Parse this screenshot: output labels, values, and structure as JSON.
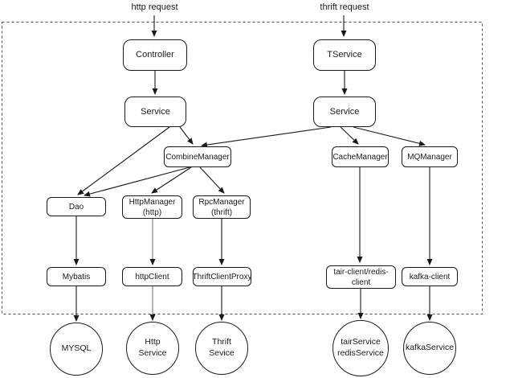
{
  "diagram": {
    "labels": {
      "http_request": "http request",
      "thrift_request": "thrift request"
    },
    "nodes": {
      "controller": "Controller",
      "tservice": "TService",
      "service_left": "Service",
      "service_right": "Service",
      "combine_manager": "CombineManager",
      "cache_manager": "CacheManager",
      "mq_manager": "MQManager",
      "dao": "Dao",
      "http_manager": "HttpManager\n(http)",
      "rpc_manager": "RpcManager\n(thrift)",
      "mybatis": "Mybatis",
      "http_client": "httpClient",
      "thrift_client_proxy": "ThriftClientProxy",
      "tair_redis_client": "tair-client/redis-\nclient",
      "kafka_client": "kafka-client"
    },
    "external": {
      "mysql": "MYSQL",
      "http_service": "Http\nService",
      "thrift_service": "Thrift\nSevice",
      "tair_redis_service": "tairService\nredisService",
      "kafka_service": "kafkaService"
    },
    "edges": [
      {
        "from": "http-request",
        "to": "controller"
      },
      {
        "from": "controller",
        "to": "service-left"
      },
      {
        "from": "service-left",
        "to": "combine-manager"
      },
      {
        "from": "service-left",
        "to": "dao"
      },
      {
        "from": "thrift-request",
        "to": "tservice"
      },
      {
        "from": "tservice",
        "to": "service-right"
      },
      {
        "from": "service-right",
        "to": "combine-manager"
      },
      {
        "from": "service-right",
        "to": "cache-manager"
      },
      {
        "from": "service-right",
        "to": "mq-manager"
      },
      {
        "from": "combine-manager",
        "to": "dao"
      },
      {
        "from": "combine-manager",
        "to": "http-manager"
      },
      {
        "from": "combine-manager",
        "to": "rpc-manager"
      },
      {
        "from": "dao",
        "to": "mybatis"
      },
      {
        "from": "http-manager",
        "to": "http-client"
      },
      {
        "from": "rpc-manager",
        "to": "thrift-client-proxy"
      },
      {
        "from": "cache-manager",
        "to": "tair-redis-client"
      },
      {
        "from": "mq-manager",
        "to": "kafka-client"
      },
      {
        "from": "mybatis",
        "to": "mysql"
      },
      {
        "from": "http-client",
        "to": "http-service"
      },
      {
        "from": "thrift-client-proxy",
        "to": "thrift-service"
      },
      {
        "from": "tair-redis-client",
        "to": "tair-redis-service"
      },
      {
        "from": "kafka-client",
        "to": "kafka-service"
      }
    ],
    "colors": {
      "stroke": "#1a1a1a",
      "gray_line": "#8c8c8c",
      "boundary_dash": "#4d4d4d",
      "background": "#ffffff"
    }
  }
}
